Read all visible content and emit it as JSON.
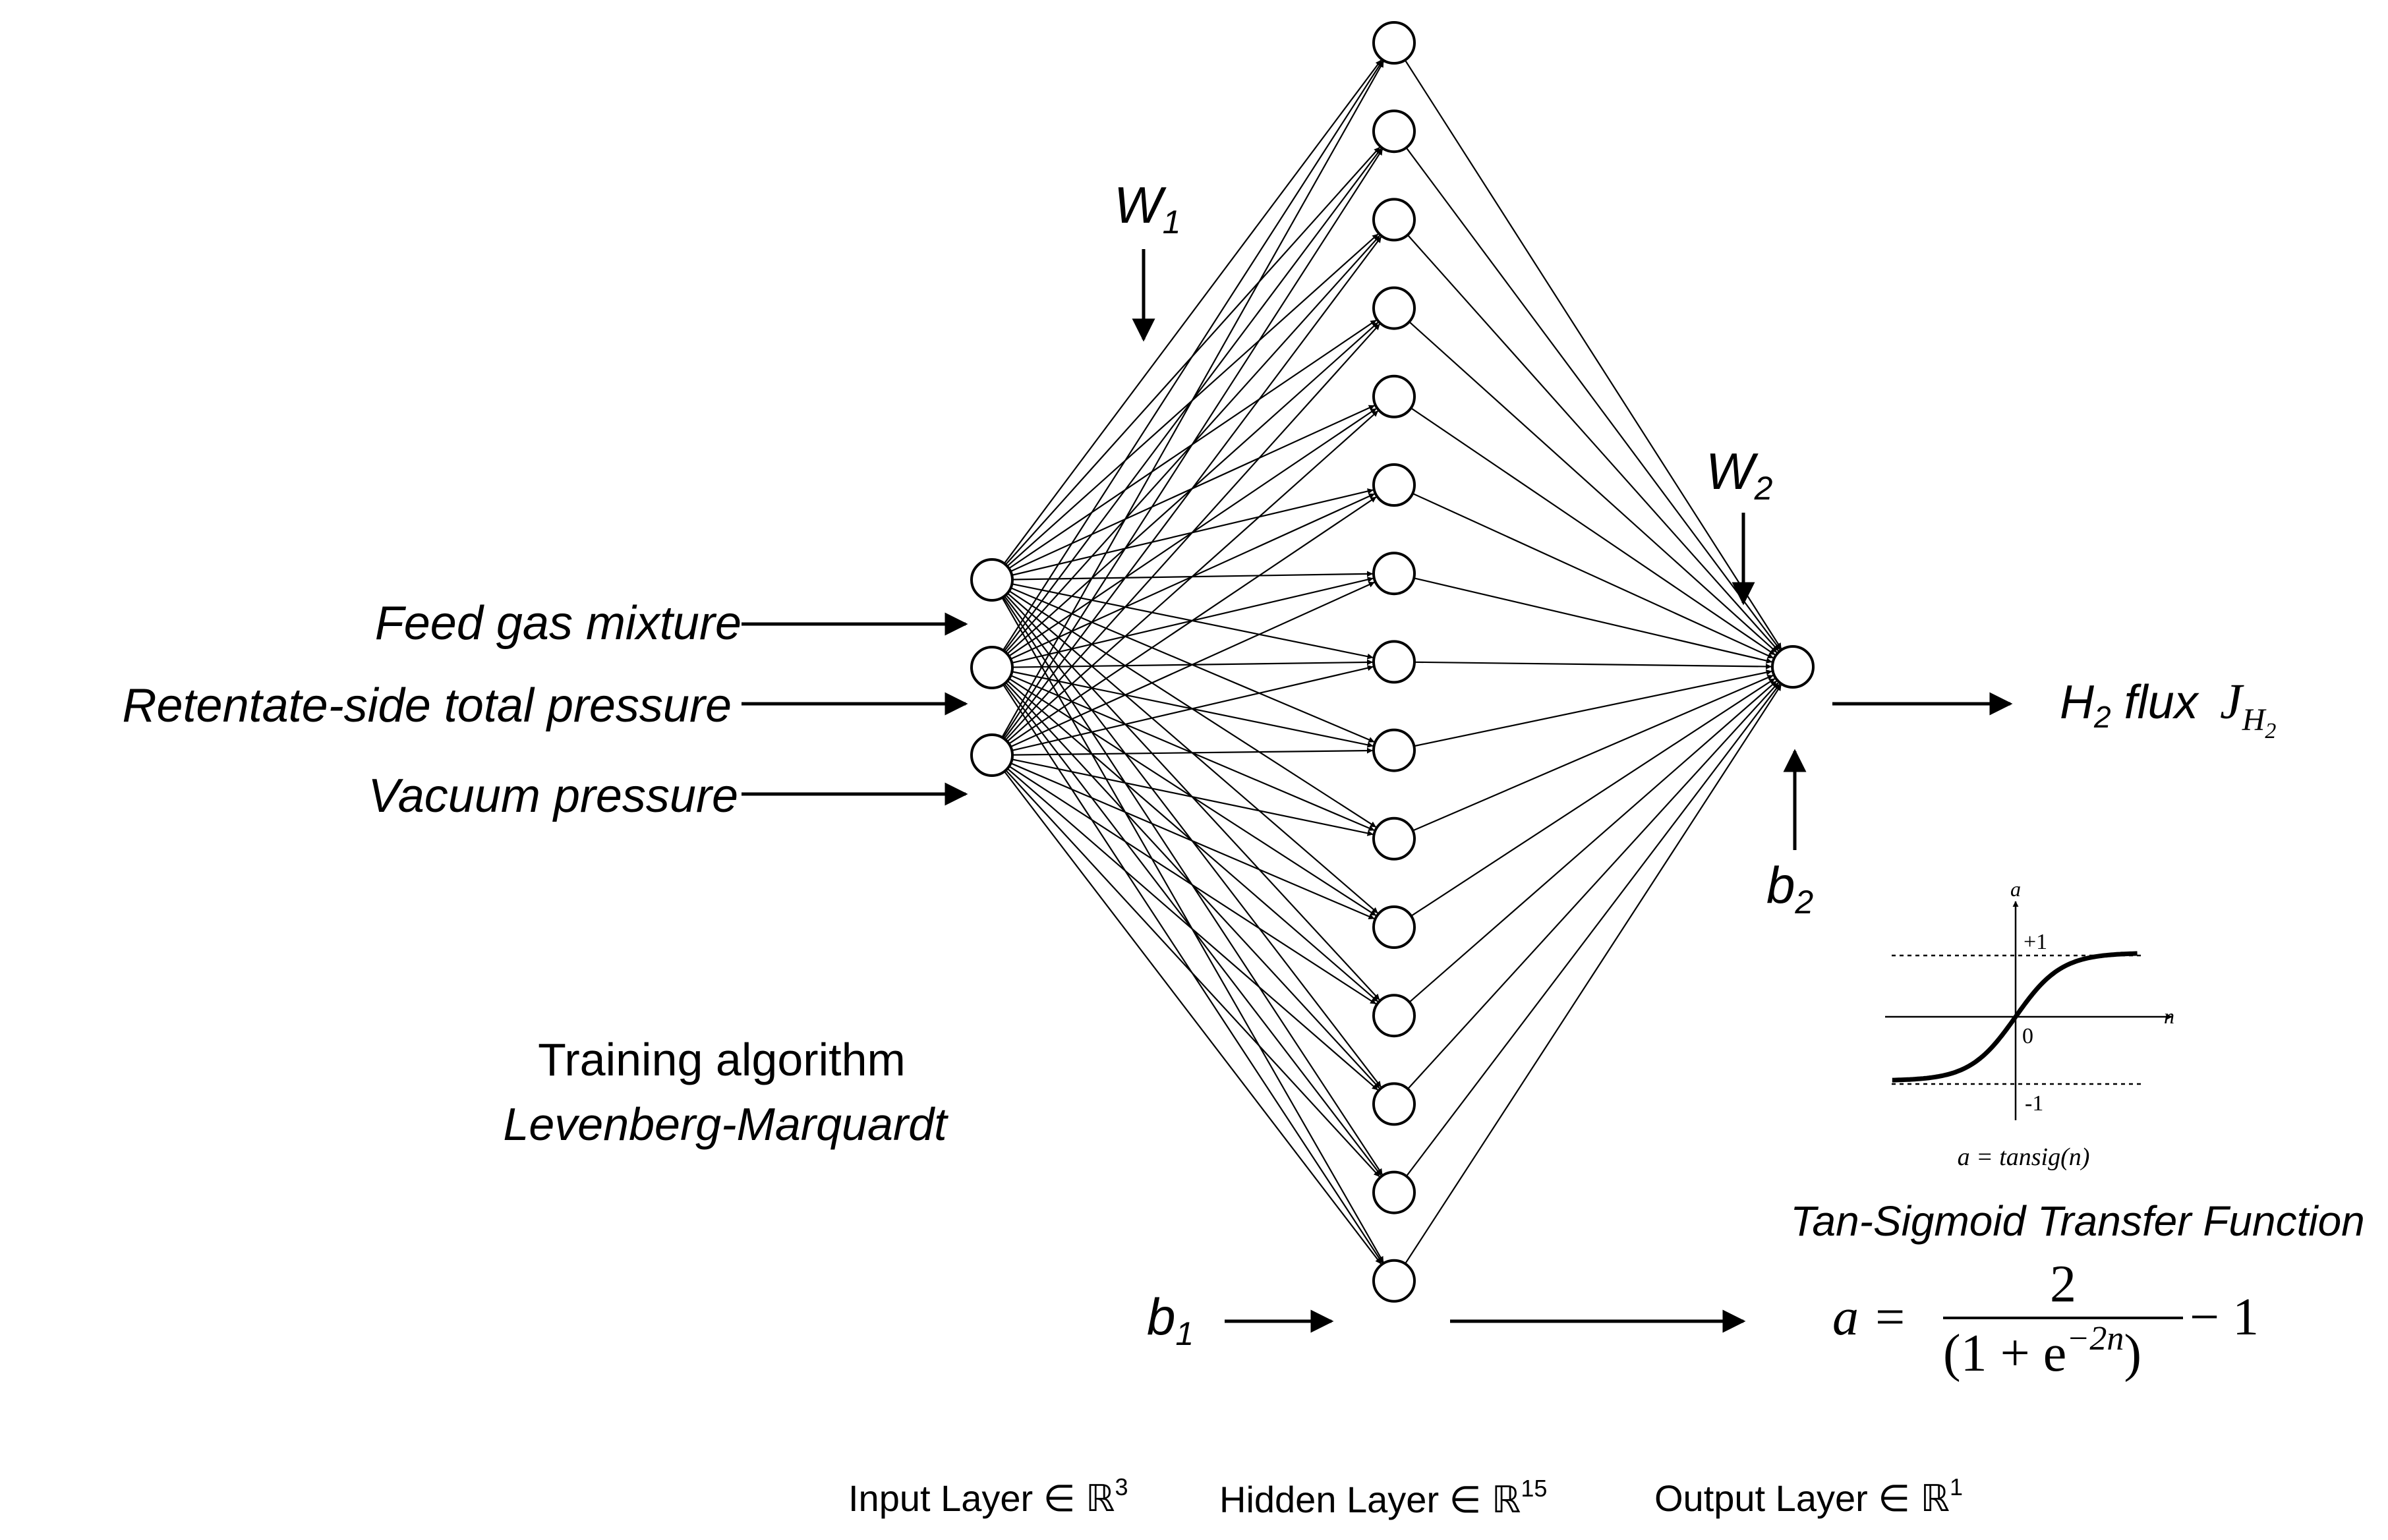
{
  "inputs": [
    {
      "label": "Feed gas mixture"
    },
    {
      "label": "Retentate-side total pressure"
    },
    {
      "label": "Vacuum pressure"
    }
  ],
  "weights": {
    "w1": "W",
    "w1_sub": "1",
    "w2": "W",
    "w2_sub": "2"
  },
  "biases": {
    "b1": "b",
    "b1_sub": "1",
    "b2": "b",
    "b2_sub": "2"
  },
  "output": {
    "label": "H",
    "label_sub": "2",
    "label_rest": " flux ",
    "symbol": "J",
    "symbol_sub": "H",
    "symbol_subsub": "2"
  },
  "training": {
    "line1": "Training algorithm",
    "line2": "Levenberg-Marquardt"
  },
  "transfer": {
    "title": "Tan-Sigmoid Transfer Function",
    "formula_lhs": "a =",
    "numerator": "2",
    "denominator": "(1 + e",
    "denominator_exp": "−2n",
    "denominator_close": ")",
    "minus_one": "− 1",
    "plot": {
      "y_axis": "a",
      "x_axis": "n",
      "plus_one": "+1",
      "minus_one": "-1",
      "zero": "0",
      "caption": "a = tansig(n)"
    }
  },
  "layers": {
    "input": {
      "label": "Input Layer ∈ ℝ",
      "sup": "3",
      "count": 3
    },
    "hidden": {
      "label": "Hidden Layer ∈ ℝ",
      "sup": "15",
      "count": 15
    },
    "output": {
      "label": "Output Layer ∈ ℝ",
      "sup": "1",
      "count": 1
    }
  }
}
